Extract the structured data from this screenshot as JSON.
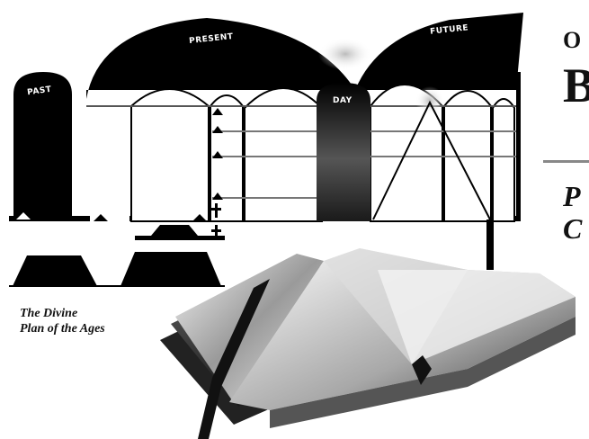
{
  "chart": {
    "labels": {
      "past": "PAST",
      "present": "PRESENT",
      "today": "DAY",
      "future": "FUTURE"
    }
  },
  "caption": {
    "line1": "The Divine",
    "line2": "Plan of the Ages"
  },
  "right_text": {
    "line1": "O",
    "line2": "B",
    "line3": "P",
    "line4": "C"
  },
  "icons": {
    "cross": "cross-icon",
    "pyramid": "pyramid-icon",
    "bible": "open-bible-icon"
  },
  "colors": {
    "ink": "#000000",
    "paper": "#ffffff",
    "rule": "#888888"
  }
}
